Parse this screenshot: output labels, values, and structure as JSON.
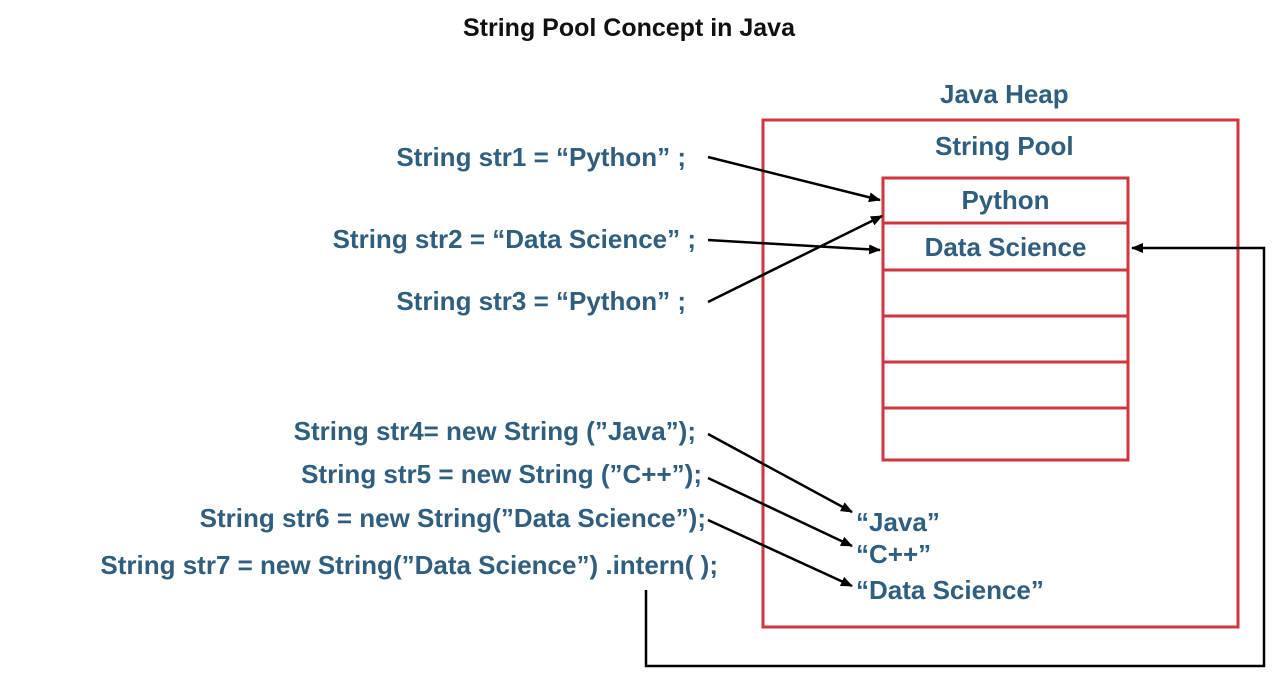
{
  "title": "String Pool Concept in Java",
  "heap": {
    "label": "Java Heap",
    "pool_label": "String Pool",
    "pool_cells": [
      "Python",
      "Data Science",
      "",
      "",
      "",
      ""
    ],
    "objects": [
      "“Java”",
      "“C++”",
      "“Data Science”"
    ]
  },
  "code_lines": [
    "String str1 = “Python” ;",
    "String str2 = “Data Science” ;",
    "String str3 = “Python” ;",
    "String str4= new String (”Java”);",
    "String str5 = new String (”C++”);",
    "String str6 = new String(”Data Science”);",
    "String str7 = new String(”Data Science”) .intern( );"
  ],
  "colors": {
    "border": "#d0363f",
    "text": "#2f5e7e",
    "title": "#111111",
    "arrow": "#000000"
  }
}
